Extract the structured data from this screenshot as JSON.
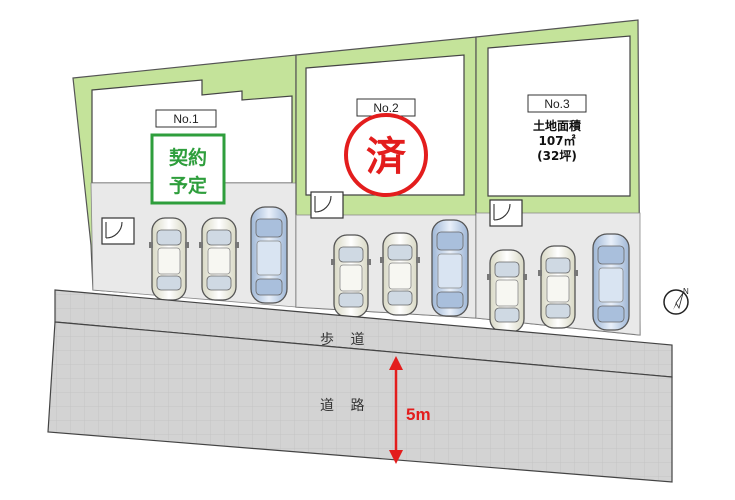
{
  "lots": [
    {
      "number": "No.1",
      "status_lines": [
        "契約",
        "予定"
      ]
    },
    {
      "number": "No.2",
      "status": "済"
    },
    {
      "number": "No.3",
      "info_lines": [
        "土地面積",
        "107㎡",
        "(32坪)"
      ]
    }
  ],
  "sidewalk_label": "歩 道",
  "road_label": "道 路",
  "road_width": "5m",
  "compass": {
    "label": "N",
    "icon": "north-arrow-icon"
  },
  "colors": {
    "lawn": "#c4e39a",
    "lawn_stroke": "#9cc56b",
    "paving": "#e9e9e9",
    "road": "#d6d6d6",
    "contract": "#2e9e3c",
    "sold": "#e31d1d"
  }
}
